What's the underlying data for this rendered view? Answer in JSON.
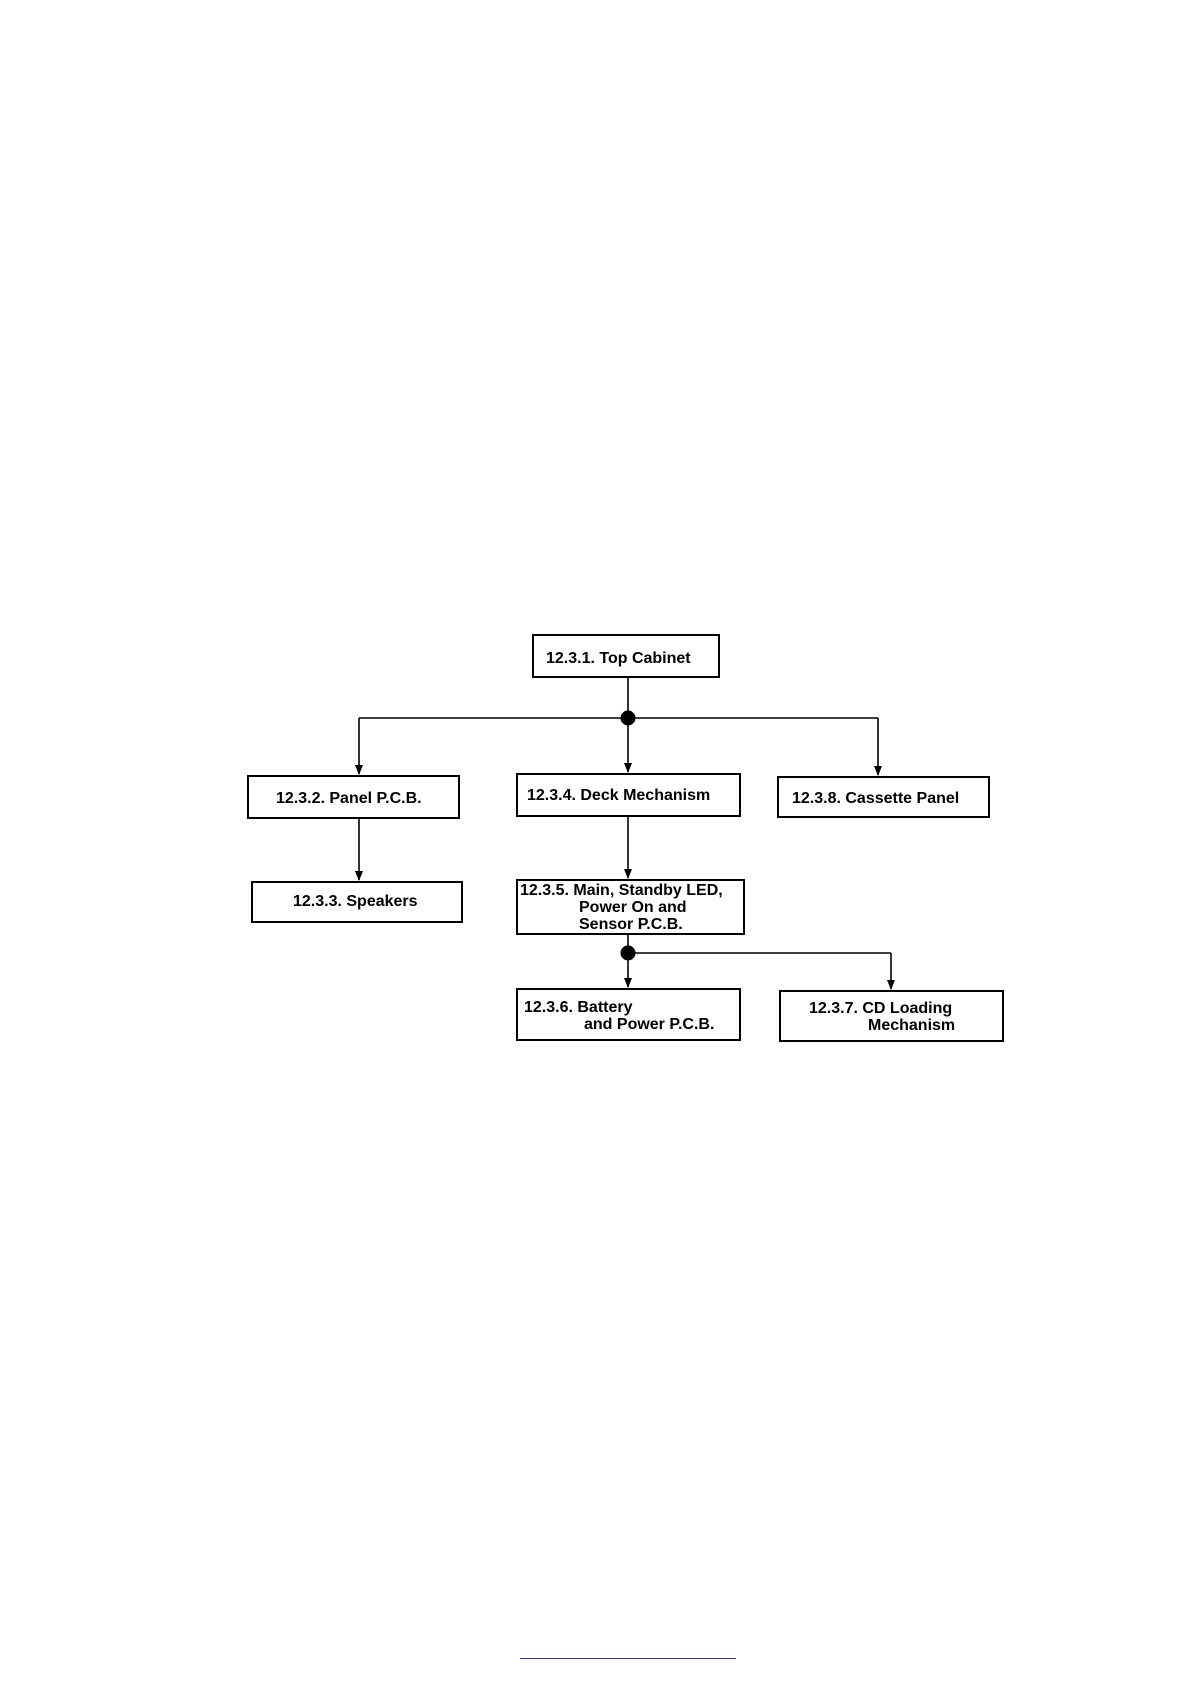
{
  "diagram": {
    "nodes": {
      "top_cabinet": {
        "lines": [
          "12.3.1. Top Cabinet"
        ]
      },
      "panel_pcb": {
        "lines": [
          "12.3.2. Panel P.C.B."
        ]
      },
      "speakers": {
        "lines": [
          "12.3.3. Speakers"
        ]
      },
      "deck_mechanism": {
        "lines": [
          "12.3.4. Deck Mechanism"
        ]
      },
      "main_pcb": {
        "lines": [
          "12.3.5. Main, Standby LED,",
          "Power On and",
          "Sensor P.C.B."
        ]
      },
      "battery_power_pcb": {
        "lines": [
          "12.3.6. Battery",
          "and Power P.C.B."
        ]
      },
      "cd_loading": {
        "lines": [
          "12.3.7. CD Loading",
          "Mechanism"
        ]
      },
      "cassette_panel": {
        "lines": [
          "12.3.8. Cassette Panel"
        ]
      }
    }
  }
}
